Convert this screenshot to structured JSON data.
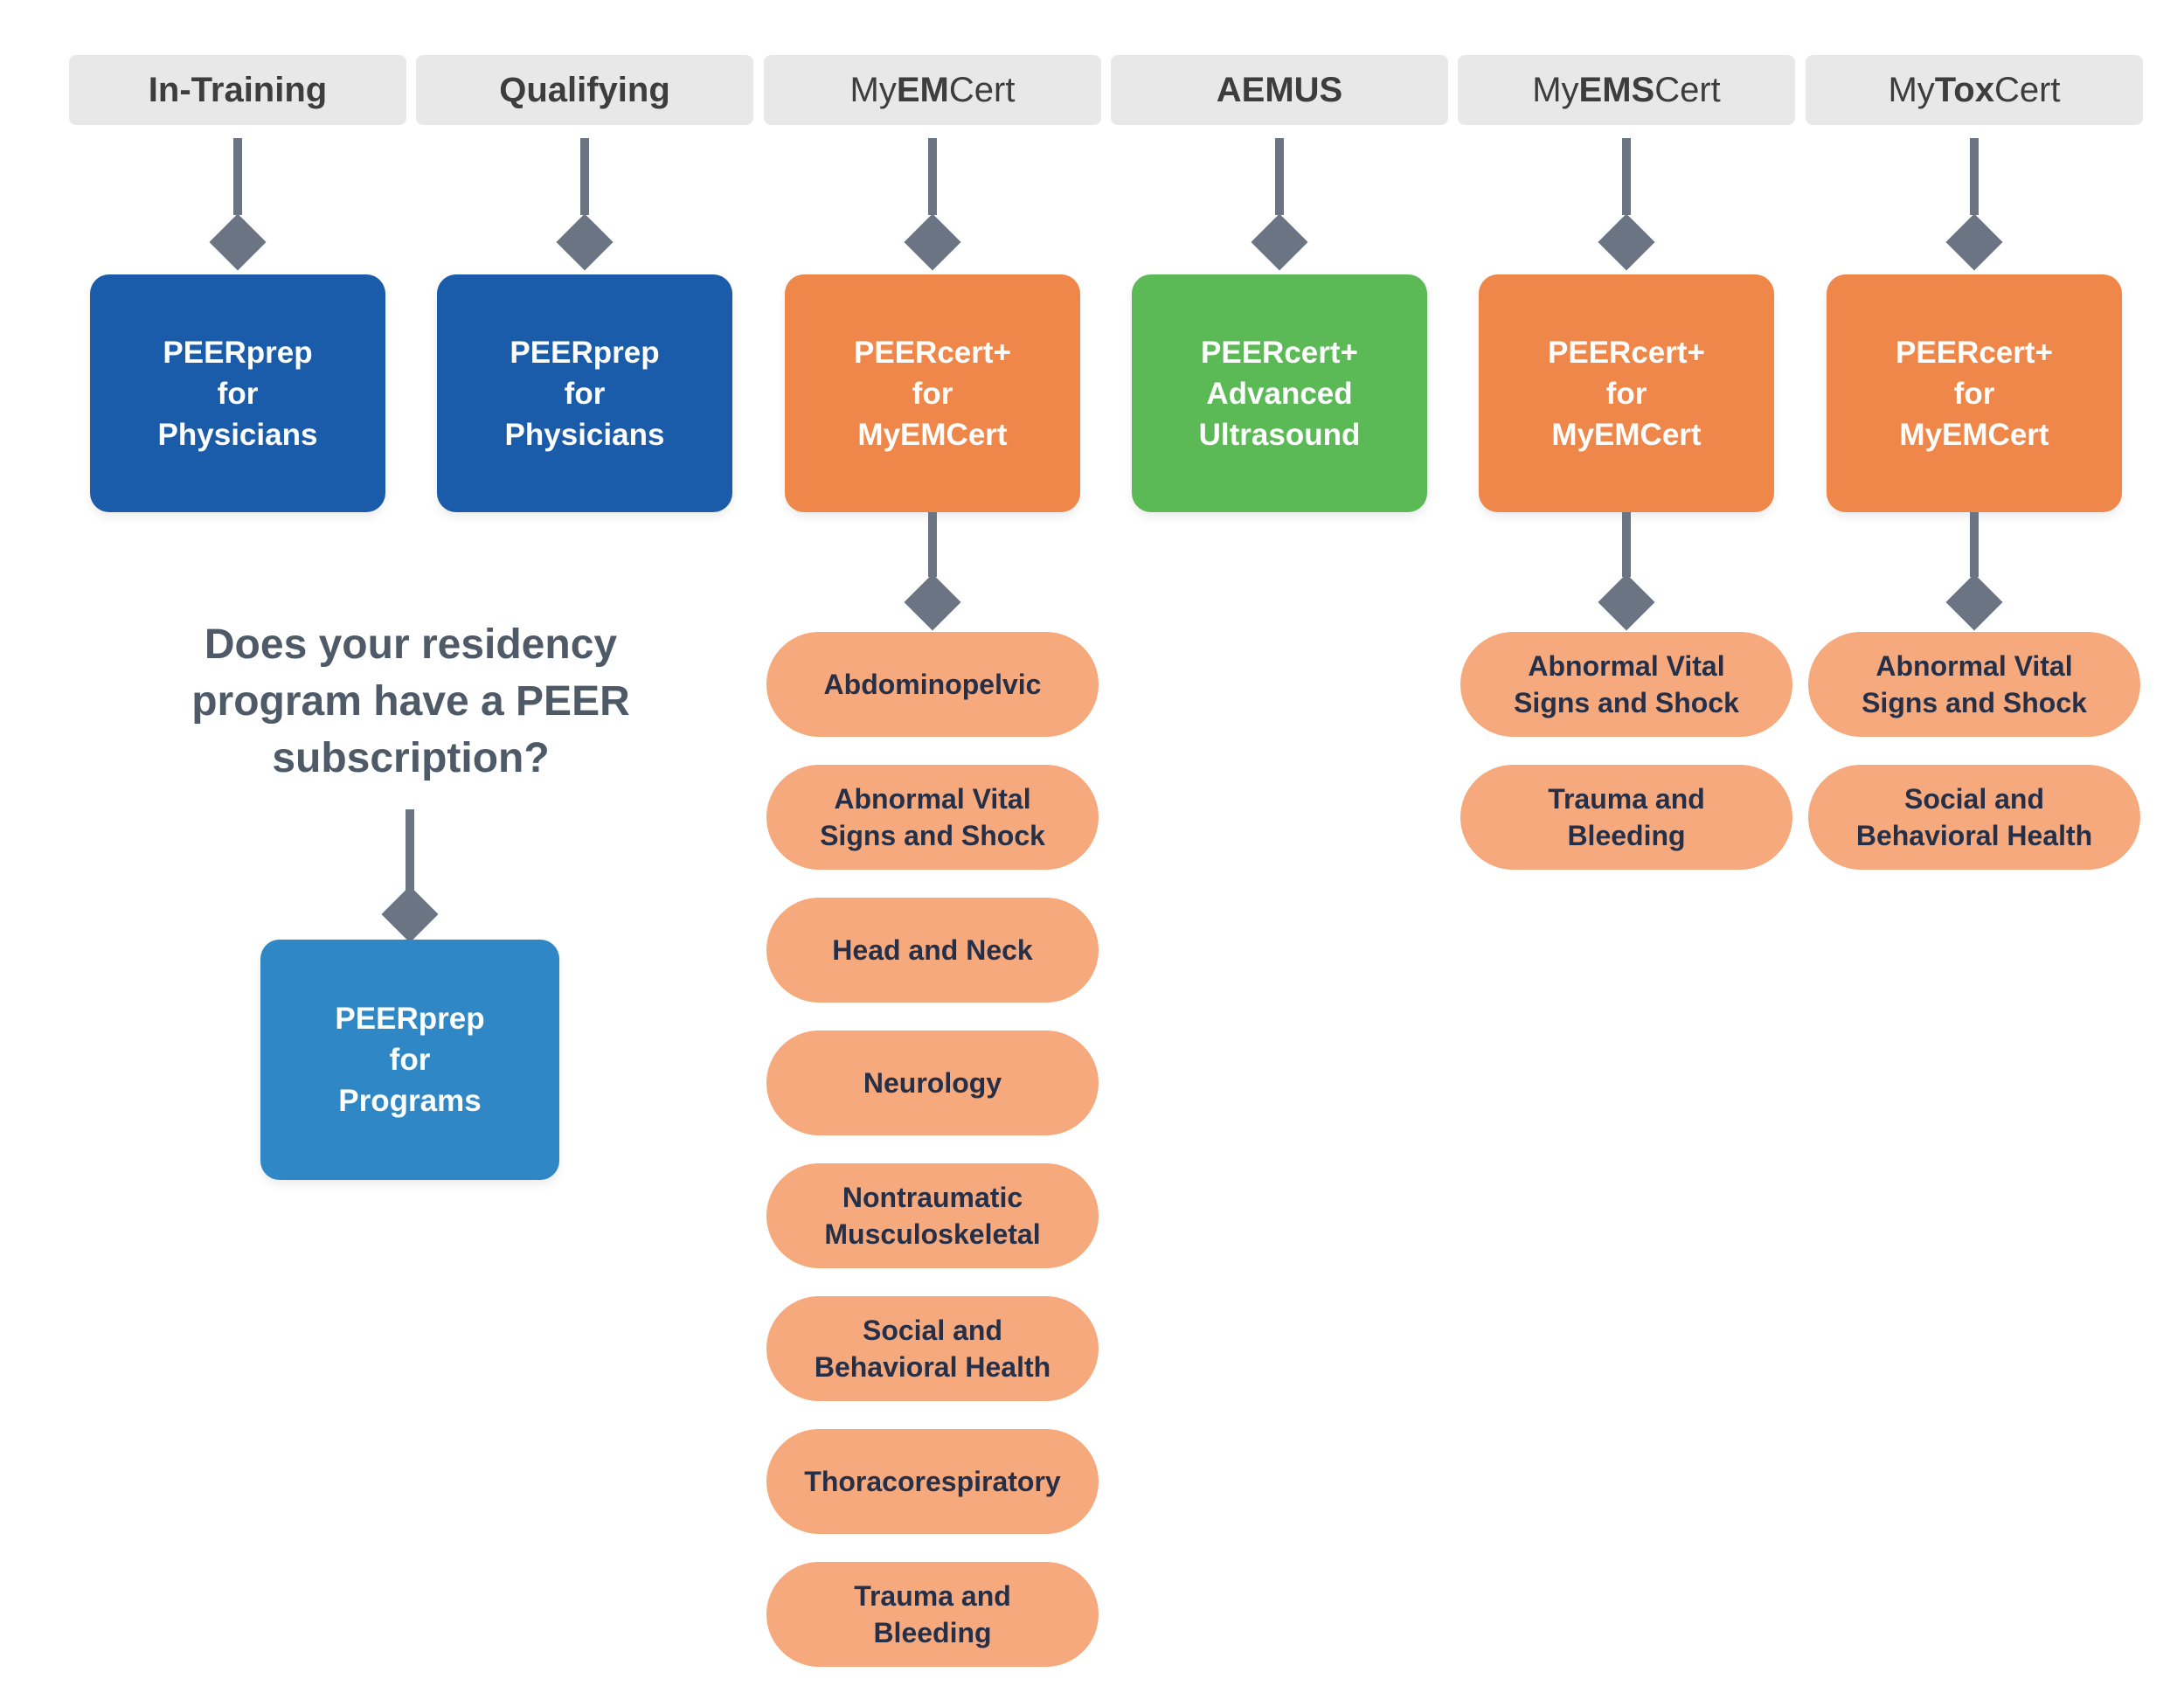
{
  "palette": {
    "header_bg": "#e8e8e8",
    "header_text": "#3d3d3d",
    "connector": "#6b7482",
    "dark_blue": "#1a5caa",
    "light_blue": "#2f87c5",
    "orange": "#ee8749",
    "green": "#5bb956",
    "pill_bg": "#f6a97c",
    "pill_text": "#253048",
    "question_text": "#4e5a67"
  },
  "columns": [
    {
      "key": "in-training",
      "header_parts": [
        {
          "text": "In-Training",
          "bold": true
        }
      ],
      "box": {
        "color": "blue",
        "lines": [
          "PEERprep",
          "for",
          "Physicians"
        ]
      },
      "pills": []
    },
    {
      "key": "qualifying",
      "header_parts": [
        {
          "text": "Qualifying",
          "bold": true
        }
      ],
      "box": {
        "color": "blue",
        "lines": [
          "PEERprep",
          "for",
          "Physicians"
        ]
      },
      "pills": []
    },
    {
      "key": "myemcert",
      "header_parts": [
        {
          "text": "My",
          "bold": false
        },
        {
          "text": "EM",
          "bold": true
        },
        {
          "text": "Cert",
          "bold": false
        }
      ],
      "box": {
        "color": "orange",
        "lines": [
          "PEERcert+",
          "for",
          "MyEMCert"
        ]
      },
      "pills": [
        {
          "lines": [
            "Abdominopelvic"
          ]
        },
        {
          "lines": [
            "Abnormal Vital",
            "Signs and Shock"
          ]
        },
        {
          "lines": [
            "Head and Neck"
          ]
        },
        {
          "lines": [
            "Neurology"
          ]
        },
        {
          "lines": [
            "Nontraumatic",
            "Musculoskeletal"
          ]
        },
        {
          "lines": [
            "Social and",
            "Behavioral Health"
          ]
        },
        {
          "lines": [
            "Thoracorespiratory"
          ]
        },
        {
          "lines": [
            "Trauma and",
            "Bleeding"
          ]
        }
      ]
    },
    {
      "key": "aemus",
      "header_parts": [
        {
          "text": "AEMUS",
          "bold": true
        }
      ],
      "box": {
        "color": "green",
        "lines": [
          "PEERcert+",
          "Advanced",
          "Ultrasound"
        ]
      },
      "pills": []
    },
    {
      "key": "myemscert",
      "header_parts": [
        {
          "text": "My",
          "bold": false
        },
        {
          "text": "EMS",
          "bold": true
        },
        {
          "text": "Cert",
          "bold": false
        }
      ],
      "box": {
        "color": "orange",
        "lines": [
          "PEERcert+",
          "for",
          "MyEMCert"
        ]
      },
      "pills": [
        {
          "lines": [
            "Abnormal Vital",
            "Signs and Shock"
          ]
        },
        {
          "lines": [
            "Trauma and",
            "Bleeding"
          ]
        }
      ]
    },
    {
      "key": "mytoxcert",
      "header_parts": [
        {
          "text": "My",
          "bold": false
        },
        {
          "text": "Tox",
          "bold": true
        },
        {
          "text": "Cert",
          "bold": false
        }
      ],
      "box": {
        "color": "orange",
        "lines": [
          "PEERcert+",
          "for",
          "MyEMCert"
        ]
      },
      "pills": [
        {
          "lines": [
            "Abnormal Vital",
            "Signs and Shock"
          ]
        },
        {
          "lines": [
            "Social and",
            "Behavioral Health"
          ]
        }
      ]
    }
  ],
  "question": {
    "lines": [
      "Does your residency",
      "program have a PEER",
      "subscription?"
    ],
    "box": {
      "lines": [
        "PEERprep",
        "for",
        "Programs"
      ]
    }
  }
}
